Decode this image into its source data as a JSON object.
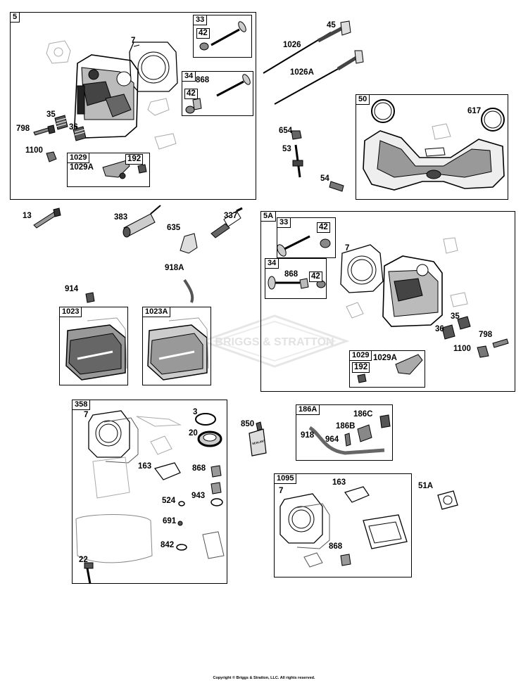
{
  "watermark": "BRIGGS & STRATTON",
  "footer": "Copyright © Briggs & Stratton, LLC. All rights reserved.",
  "boxes": {
    "b5": "5",
    "b33a": "33",
    "b42a": "42",
    "b34a": "34",
    "b42b": "42",
    "b1029a": "1029",
    "b192a": "192",
    "b50": "50",
    "b5A": "5A",
    "b33b": "33",
    "b42c": "42",
    "b34b": "34",
    "b42d": "42",
    "b1029b": "1029",
    "b192b": "192",
    "b1023": "1023",
    "b1023A": "1023A",
    "b358": "358",
    "b186A": "186A",
    "b1095": "1095"
  },
  "labels": {
    "l7a": "7",
    "l868a": "868",
    "l35a": "35",
    "l798a": "798",
    "l36a": "36",
    "l1100a": "1100",
    "l1029Aa": "1029A",
    "l45": "45",
    "l1026": "1026",
    "l1026A": "1026A",
    "l617": "617",
    "l654": "654",
    "l53": "53",
    "l54": "54",
    "l13": "13",
    "l383": "383",
    "l337": "337",
    "l635": "635",
    "l918A": "918A",
    "l914": "914",
    "l7b": "7",
    "l868b": "868",
    "l35b": "35",
    "l36b": "36",
    "l798b": "798",
    "l1100b": "1100",
    "l1029Ab": "1029A",
    "l7c": "7",
    "l3": "3",
    "l20": "20",
    "l163a": "163",
    "l868c": "868",
    "l524": "524",
    "l943": "943",
    "l691": "691",
    "l842": "842",
    "l22": "22",
    "l850": "850",
    "l186C": "186C",
    "l186B": "186B",
    "l918": "918",
    "l964": "964",
    "l7d": "7",
    "l163b": "163",
    "l868d": "868",
    "l51A": "51A"
  },
  "tube_text": "SEALANT"
}
